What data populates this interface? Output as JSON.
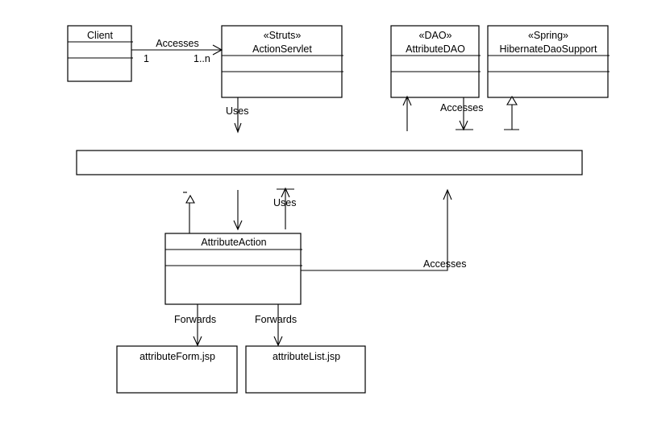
{
  "diagram": {
    "type": "uml-class-diagram",
    "classes": {
      "client": {
        "stereotype": "",
        "name": "Client"
      },
      "action_servlet": {
        "stereotype": "«Struts»",
        "name": "ActionServlet"
      },
      "attribute_dao": {
        "stereotype": "«DAO»",
        "name": "AttributeDAO"
      },
      "hibernate_dao_support": {
        "stereotype": "«Spring»",
        "name": "HibernateDaoSupport"
      },
      "empty_container": {
        "stereotype": "",
        "name": ""
      },
      "attribute_action": {
        "stereotype": "",
        "name": "AttributeAction"
      },
      "attribute_form_jsp": {
        "stereotype": "",
        "name": "attributeForm.jsp"
      },
      "attribute_list_jsp": {
        "stereotype": "",
        "name": "attributeList.jsp"
      }
    },
    "relations": {
      "client_accesses_servlet": {
        "label": "Accesses",
        "source_multiplicity": "1",
        "target_multiplicity": "1..n"
      },
      "servlet_uses": {
        "label": "Uses"
      },
      "dao_accesses": {
        "label": "Accesses"
      },
      "action_uses": {
        "label": "Uses"
      },
      "action_accesses": {
        "label": "Accesses"
      },
      "forward_form": {
        "label": "Forwards"
      },
      "forward_list": {
        "label": "Forwards"
      }
    }
  }
}
